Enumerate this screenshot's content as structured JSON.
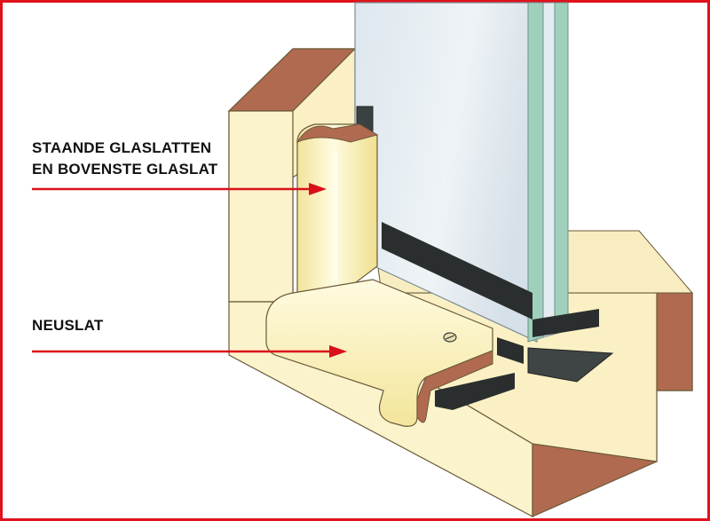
{
  "labels": {
    "staande_line1": "STAANDE GLASLATTEN",
    "staande_line2": "EN BOVENSTE GLASLAT",
    "neuslat": "NEUSLAT"
  },
  "colors": {
    "frame_border": "#e0121b",
    "arrow": "#d9101a",
    "wood_face": "#fbf2c8",
    "wood_end": "#b06a4f",
    "bead_face": "#fbf2b0",
    "glass": "#e6eef4",
    "gasket": "#2a2e2e"
  }
}
